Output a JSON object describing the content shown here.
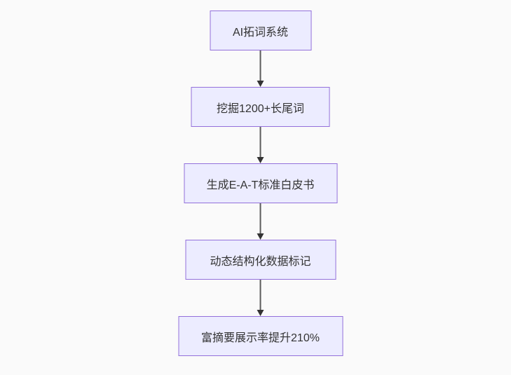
{
  "diagram": {
    "type": "flowchart",
    "direction": "top-down",
    "nodes": [
      {
        "id": "n0",
        "label": "AI拓词系统"
      },
      {
        "id": "n1",
        "label": "挖掘1200+长尾词"
      },
      {
        "id": "n2",
        "label": "生成E-A-T标准白皮书"
      },
      {
        "id": "n3",
        "label": "动态结构化数据标记"
      },
      {
        "id": "n4",
        "label": "富摘要展示率提升210%"
      }
    ],
    "edges": [
      {
        "from": "n0",
        "to": "n1",
        "arrow": "down"
      },
      {
        "from": "n1",
        "to": "n2",
        "arrow": "down"
      },
      {
        "from": "n2",
        "to": "n3",
        "arrow": "down"
      },
      {
        "from": "n3",
        "to": "n4",
        "arrow": "down"
      }
    ],
    "colors": {
      "background": "#fafafa",
      "node_fill": "#ececff",
      "node_border": "#9370db",
      "node_text": "#333333",
      "edge_line": "#5b5b5b",
      "edge_arrowhead": "#333333"
    }
  }
}
